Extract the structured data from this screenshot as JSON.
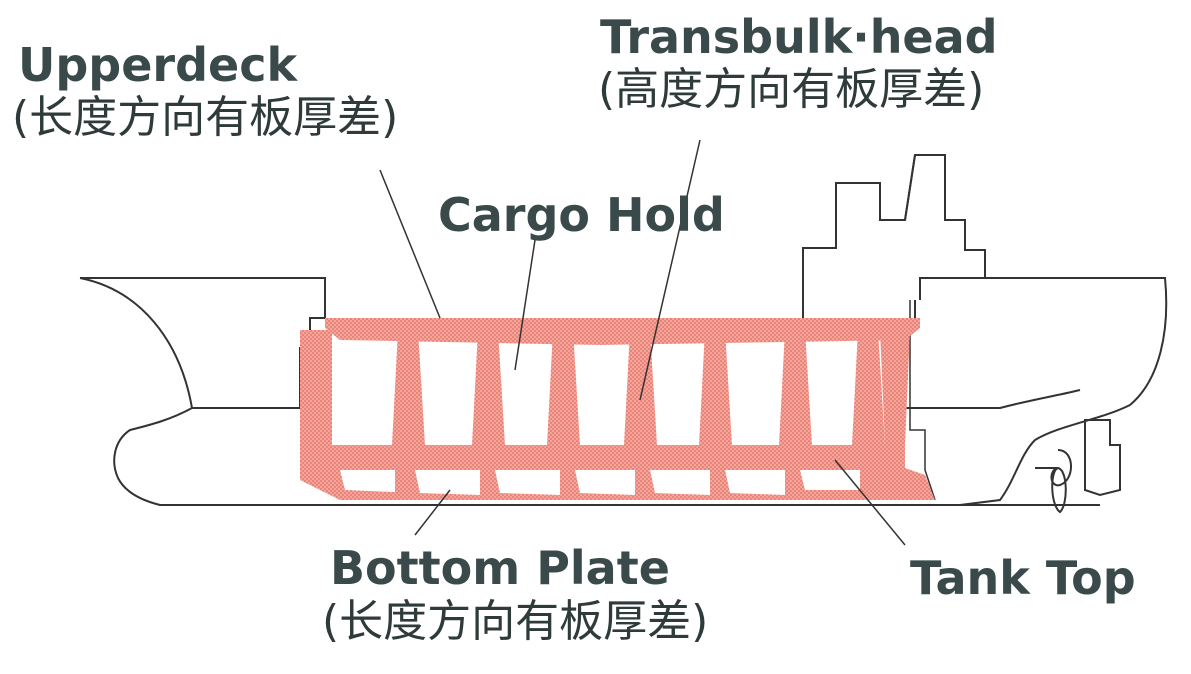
{
  "labels": {
    "upperdeck": {
      "title": "Upperdeck",
      "sub": "(长度方向有板厚差)"
    },
    "transbulkhead": {
      "title": "Transbulk·head",
      "sub": "(高度方向有板厚差)"
    },
    "cargo_hold": {
      "title": "Cargo Hold"
    },
    "bottom_plate": {
      "title": "Bottom Plate",
      "sub": "(长度方向有板厚差)"
    },
    "tank_top": {
      "title": "Tank Top"
    }
  },
  "colors": {
    "steel": "#f08c82",
    "steel_dark": "#e2685c",
    "outline": "#333333",
    "text": "#3a4a4a"
  }
}
